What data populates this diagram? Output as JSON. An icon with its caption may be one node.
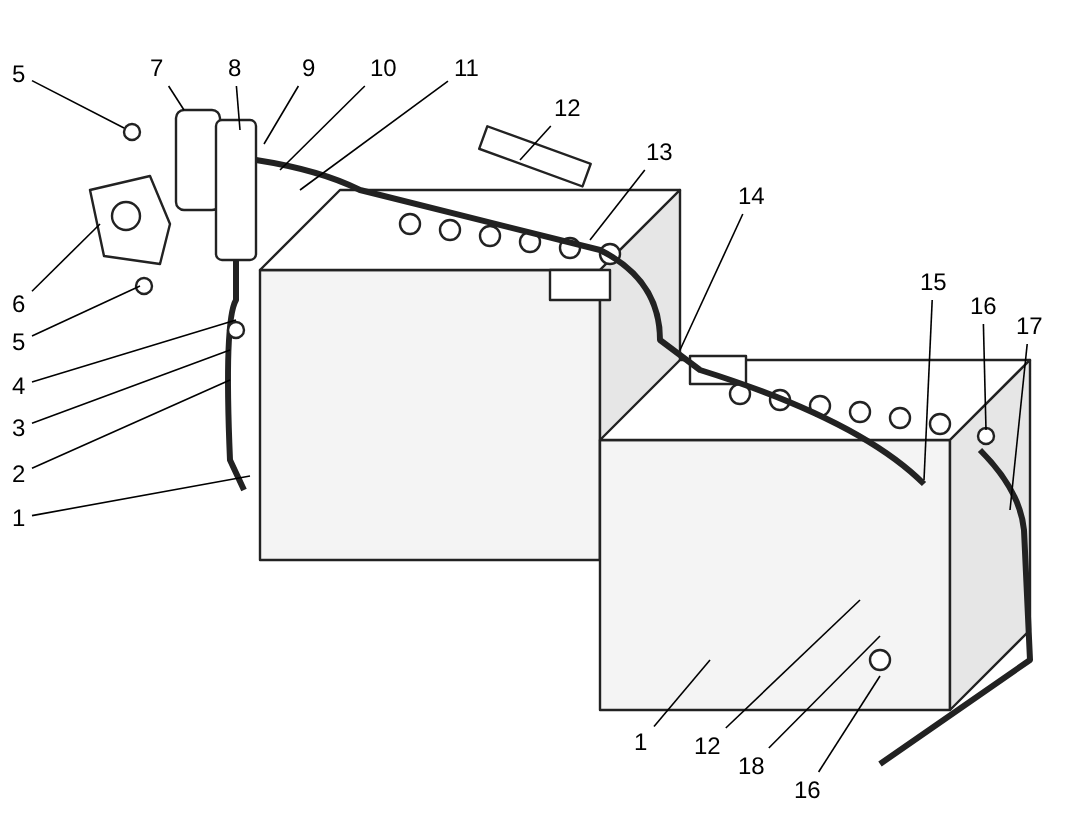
{
  "diagram": {
    "nodes": [
      {
        "text": [
          "5"
        ]
      },
      {
        "text": [
          "7"
        ]
      },
      {
        "text": [
          "8"
        ]
      },
      {
        "text": [
          "9"
        ]
      },
      {
        "text": [
          "10"
        ]
      },
      {
        "text": [
          "11"
        ]
      },
      {
        "text": [
          "12"
        ]
      },
      {
        "text": [
          "13"
        ]
      },
      {
        "text": [
          "14"
        ]
      },
      {
        "text": [
          "15"
        ]
      },
      {
        "text": [
          "16"
        ]
      },
      {
        "text": [
          "17"
        ]
      },
      {
        "text": [
          "6"
        ]
      },
      {
        "text": [
          "5"
        ]
      },
      {
        "text": [
          "4"
        ]
      },
      {
        "text": [
          "3"
        ]
      },
      {
        "text": [
          "2"
        ]
      },
      {
        "text": [
          "1"
        ]
      },
      {
        "text": [
          "1"
        ]
      },
      {
        "text": [
          "12"
        ]
      },
      {
        "text": [
          "18"
        ]
      },
      {
        "text": [
          "16"
        ]
      }
    ],
    "edges": [
      {
        "from": 0,
        "to": null,
        "arrow": "none"
      },
      {
        "from": 1,
        "to": null,
        "arrow": "none"
      },
      {
        "from": 2,
        "to": null,
        "arrow": "none"
      },
      {
        "from": 3,
        "to": null,
        "arrow": "none"
      },
      {
        "from": 4,
        "to": null,
        "arrow": "none"
      },
      {
        "from": 5,
        "to": null,
        "arrow": "none"
      },
      {
        "from": 6,
        "to": null,
        "arrow": "none"
      },
      {
        "from": 7,
        "to": null,
        "arrow": "none"
      },
      {
        "from": 8,
        "to": null,
        "arrow": "none"
      },
      {
        "from": 9,
        "to": null,
        "arrow": "none"
      },
      {
        "from": 10,
        "to": null,
        "arrow": "none"
      },
      {
        "from": 11,
        "to": null,
        "arrow": "none"
      },
      {
        "from": 12,
        "to": null,
        "arrow": "none"
      },
      {
        "from": 13,
        "to": null,
        "arrow": "none"
      },
      {
        "from": 14,
        "to": null,
        "arrow": "none"
      },
      {
        "from": 15,
        "to": null,
        "arrow": "none"
      },
      {
        "from": 16,
        "to": null,
        "arrow": "none"
      },
      {
        "from": 17,
        "to": null,
        "arrow": "none"
      },
      {
        "from": 18,
        "to": null,
        "arrow": "none"
      },
      {
        "from": 19,
        "to": null,
        "arrow": "none"
      },
      {
        "from": 20,
        "to": null,
        "arrow": "none"
      },
      {
        "from": 21,
        "to": null,
        "arrow": "none"
      }
    ]
  }
}
